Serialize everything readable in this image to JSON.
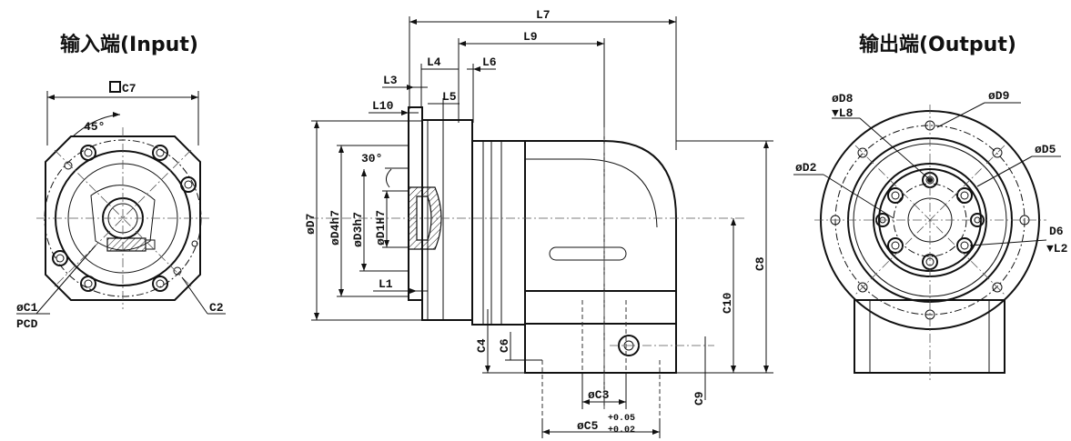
{
  "views": {
    "input_title": "输入端(Input)",
    "output_title": "输出端(Output)"
  },
  "input_labels": {
    "c7": "C7",
    "angle": "45°",
    "c1": "øC1",
    "pcd": "PCD",
    "c2": "C2"
  },
  "side_labels": {
    "l7": "L7",
    "l9": "L9",
    "l4": "L4",
    "l6": "L6",
    "l3": "L3",
    "l5": "L5",
    "l10": "L10",
    "angle": "30°",
    "d7": "øD7",
    "d4": "øD4h7",
    "d3": "øD3h7",
    "d1": "øD1H7",
    "l1": "L1",
    "c8": "C8",
    "c10": "C10",
    "c4": "C4",
    "c6": "C6",
    "c3": "øC3",
    "c9": "C9",
    "c5": "øC5",
    "c5_upper": "+0.05",
    "c5_lower": "+0.02"
  },
  "output_labels": {
    "d8": "øD8",
    "l8": "▼L8",
    "d9": "øD9",
    "d5": "øD5",
    "d2": "øD2",
    "d6": "D6",
    "l2": "▼L2"
  }
}
